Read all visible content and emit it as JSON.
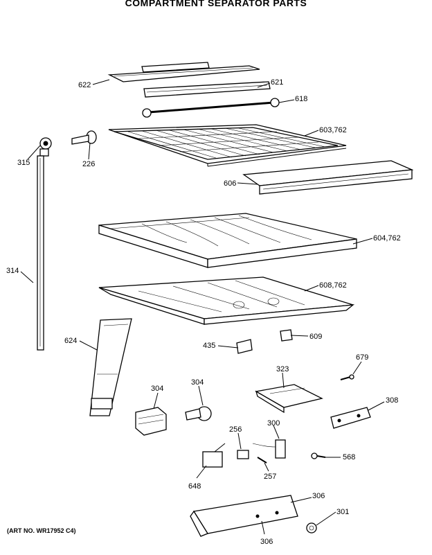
{
  "header": {
    "title": "COMPARTMENT SEPARATOR PARTS"
  },
  "footer": {
    "art_number": "(ART NO. WR17952 C4)"
  },
  "labels": {
    "p622": "622",
    "p621": "621",
    "p618": "618",
    "p603": "603,762",
    "p315": "315",
    "p226": "226",
    "p606": "606",
    "p604": "604,762",
    "p314": "314",
    "p608": "608,762",
    "p624": "624",
    "p435": "435",
    "p609": "609",
    "p323": "323",
    "p679": "679",
    "p304a": "304",
    "p304b": "304",
    "p308": "308",
    "p256": "256",
    "p300": "300",
    "p568": "568",
    "p257": "257",
    "p648": "648",
    "p306a": "306",
    "p301": "301",
    "p306b": "306"
  }
}
